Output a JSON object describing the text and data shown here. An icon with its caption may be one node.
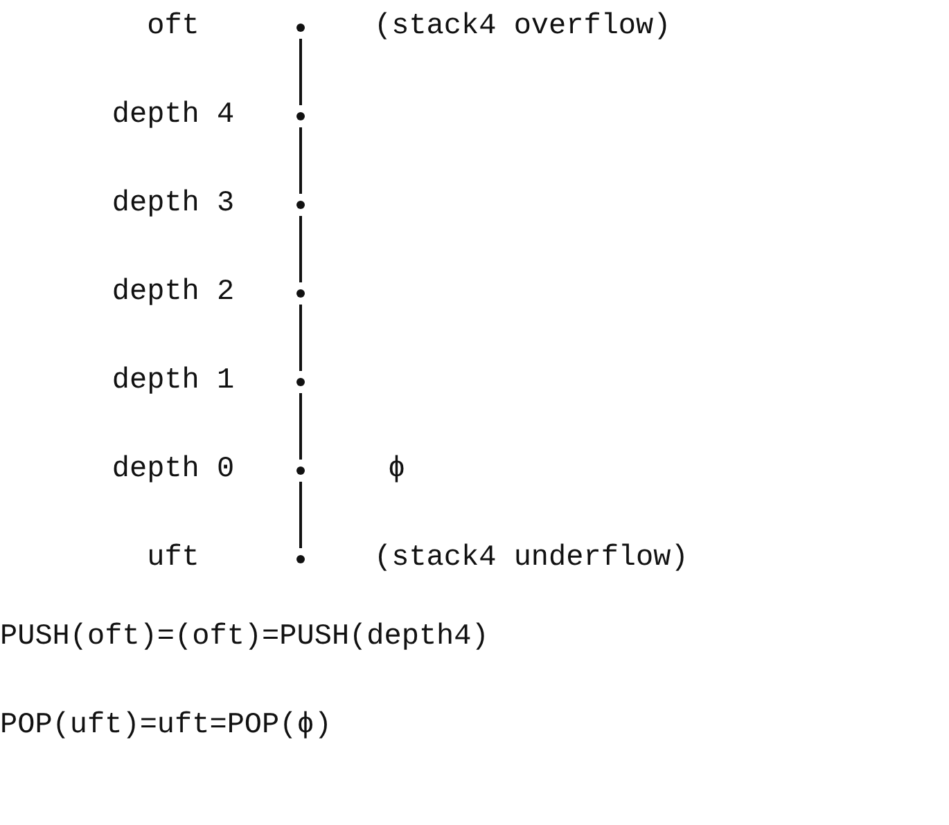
{
  "diagram": {
    "nodes": [
      {
        "text": [],
        "shape": "circle",
        "beside": [
          "oft",
          "(stack4 overflow)"
        ]
      },
      {
        "text": [],
        "shape": "circle",
        "beside": [
          "depth 4"
        ]
      },
      {
        "text": [],
        "shape": "circle",
        "beside": [
          "depth 3"
        ]
      },
      {
        "text": [],
        "shape": "circle",
        "beside": [
          "depth 2"
        ]
      },
      {
        "text": [],
        "shape": "circle",
        "beside": [
          "depth 1"
        ]
      },
      {
        "text": [],
        "shape": "circle",
        "beside": [
          "depth 0",
          "ϕ"
        ]
      },
      {
        "text": [],
        "shape": "circle",
        "beside": [
          "uft",
          "(stack4 underflow)"
        ]
      }
    ],
    "edges": [
      {
        "from": 0,
        "to": 1,
        "arrow": "none"
      },
      {
        "from": 1,
        "to": 2,
        "arrow": "none"
      },
      {
        "from": 2,
        "to": 3,
        "arrow": "none"
      },
      {
        "from": 3,
        "to": 4,
        "arrow": "none"
      },
      {
        "from": 4,
        "to": 5,
        "arrow": "none"
      },
      {
        "from": 5,
        "to": 6,
        "arrow": "none"
      }
    ],
    "labels": [
      "PUSH(oft)=(oft)=PUSH(depth4)",
      "POP(uft)=uft=POP(ϕ)"
    ]
  }
}
